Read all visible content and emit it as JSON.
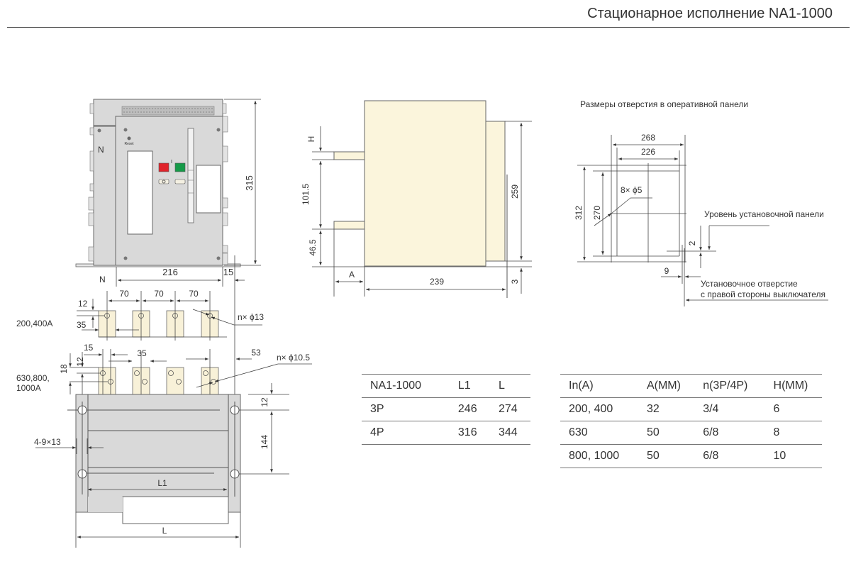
{
  "header": {
    "title": "Стационарное исполнение NA1-1000"
  },
  "colors": {
    "housing_grey": "#d9d9d9",
    "copper_cream": "#f8f1d8",
    "side_body": "#fbf5dc",
    "button_red": "#e0242b",
    "button_green": "#159a48"
  },
  "front_view": {
    "neutral_label": "N",
    "neutral_label_bottom": "N",
    "reset_label": "Reset",
    "on_indicator": "I",
    "height_dim": "315",
    "width_dim": "216",
    "offset_dim": "15"
  },
  "side_view": {
    "h_label": "H",
    "dim_101_5": "101.5",
    "dim_46_5": "46.5",
    "a_label": "A",
    "depth_dim": "239",
    "rear_height_dim": "259",
    "rear_offset_dim": "3"
  },
  "panel_cutout": {
    "caption": "Размеры отверстия в оперативной панели",
    "outer_width": "268",
    "inner_width": "226",
    "outer_height": "312",
    "inner_height": "270",
    "holes": "8× ϕ5",
    "panel_level_label": "Уровень установочной панели",
    "level_offset": "2",
    "hole_offset": "9",
    "mount_hole_line1": "Установочное отверстие",
    "mount_hole_line2": "с правой стороны выключателя"
  },
  "terminals": {
    "row1_label": "200,400A",
    "spacing_1": "70",
    "spacing_2": "70",
    "spacing_3": "70",
    "dim_12": "12",
    "dim_35": "35",
    "holes_row1": "n× ϕ13",
    "row2_label_line1": "630,800,",
    "row2_label_line2": "1000A",
    "dim_15": "15",
    "dim_35b": "35",
    "dim_12b": "12",
    "dim_18": "18",
    "dim_53": "53",
    "holes_row2": "n× ϕ10.5"
  },
  "bottom_view": {
    "slot_label": "4-9×13",
    "dim_12": "12",
    "dim_144": "144",
    "l1_label": "L1",
    "l_label": "L"
  },
  "table_dimensions": {
    "headers": [
      "NA1-1000",
      "L1",
      "L"
    ],
    "rows": [
      [
        "3P",
        "246",
        "274"
      ],
      [
        "4P",
        "316",
        "344"
      ]
    ]
  },
  "table_current": {
    "headers": [
      "In(A)",
      "A(MM)",
      "n(3P/4P)",
      "H(MM)"
    ],
    "rows": [
      [
        "200,  400",
        "32",
        "3/4",
        "6"
      ],
      [
        "630",
        "50",
        "6/8",
        "8"
      ],
      [
        "800,  1000",
        "50",
        "6/8",
        "10"
      ]
    ]
  }
}
